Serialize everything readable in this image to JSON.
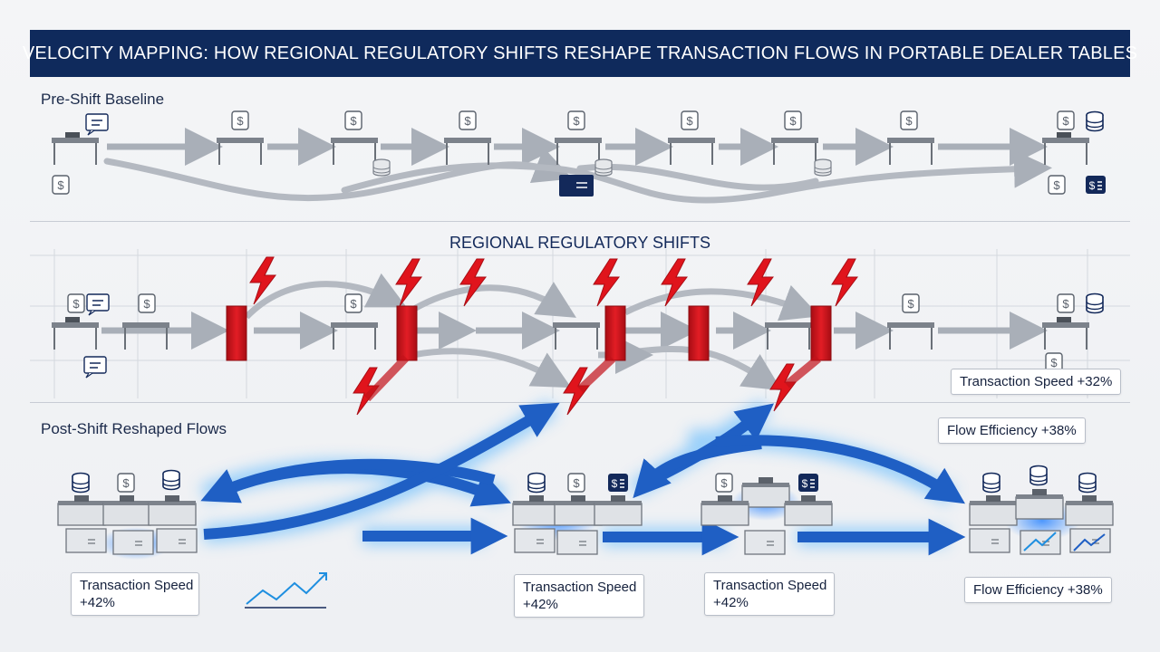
{
  "title": "VELOCITY MAPPING: HOW REGIONAL REGULATORY SHIFTS RESHAPE TRANSACTION FLOWS IN PORTABLE DEALER TABLES",
  "sections": {
    "pre_shift": "Pre-Shift Baseline",
    "regulatory": "REGIONAL REGULATORY SHIFTS",
    "post_shift": "Post-Shift Reshaped Flows"
  },
  "callouts": {
    "reg_speed": "Transaction Speed +32%",
    "post_efficiency_top": "Flow Efficiency +38%",
    "post_speed_1_a": "Transaction Speed",
    "post_speed_1_b": "+42%",
    "post_speed_2_a": "Transaction Speed",
    "post_speed_2_b": "+42%",
    "post_speed_3_a": "Transaction Speed",
    "post_speed_3_b": "+42%",
    "post_efficiency_bottom": "Flow Efficiency +38%"
  },
  "icons": {
    "dollar": "dollar-icon",
    "database": "database-icon",
    "card": "card-icon",
    "chat": "chat-icon",
    "lightning": "lightning-icon",
    "barrier": "barrier-icon",
    "trend": "trend-icon"
  },
  "colors": {
    "banner": "#0f2a5c",
    "gray_arrow": "#a9afb8",
    "red": "#d8121b",
    "blue_arrow": "#1f5fc4",
    "glow": "#4fb3ff",
    "navy": "#13295a"
  }
}
